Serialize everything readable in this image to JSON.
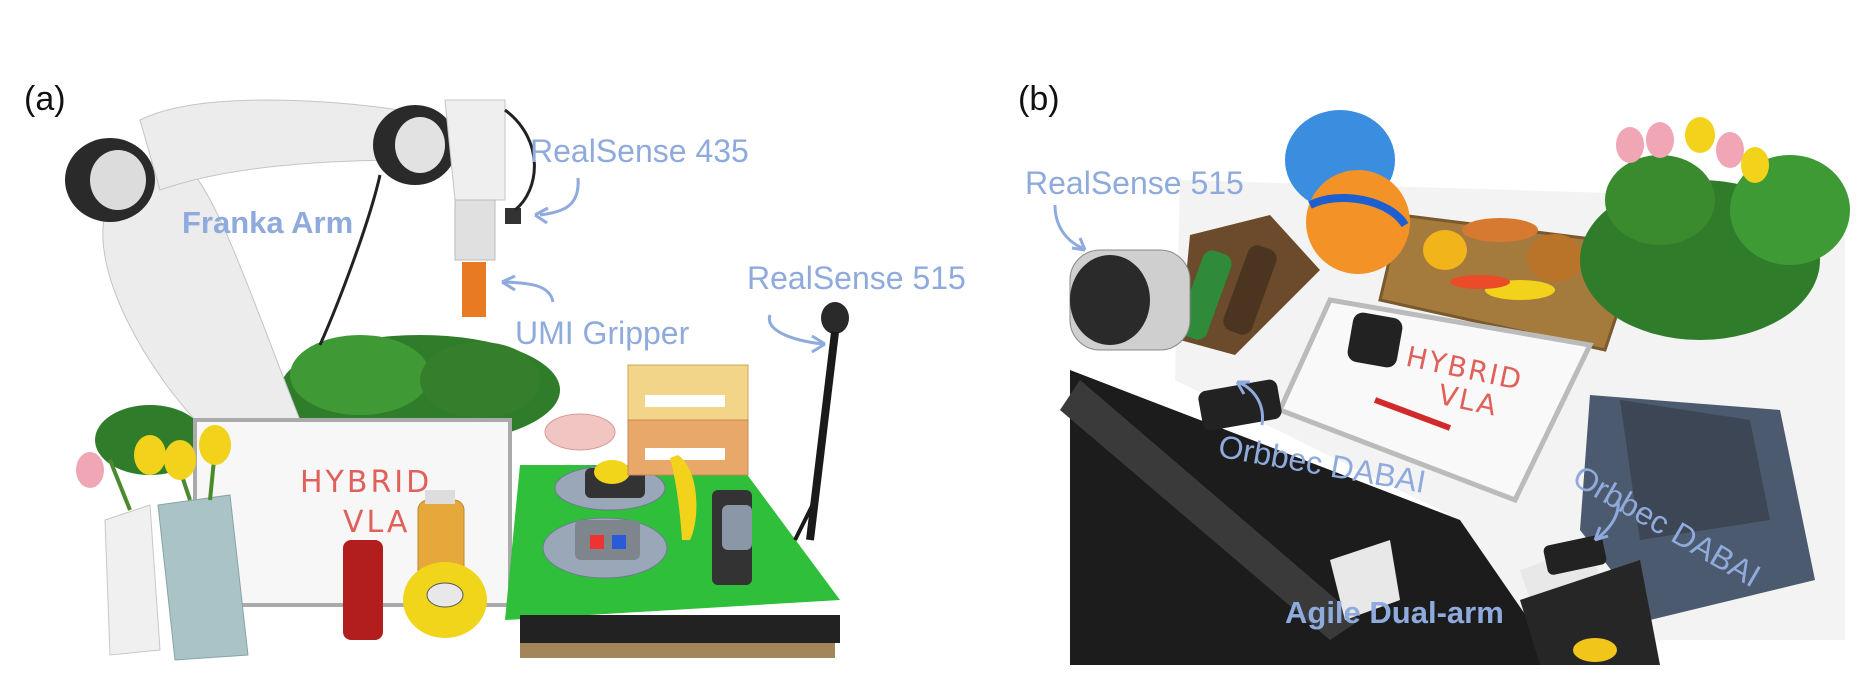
{
  "panels": [
    {
      "id": "a",
      "tag": "(a)",
      "labels": {
        "franka_arm": "Franka Arm",
        "realsense_435": "RealSense 435",
        "umi_gripper": "UMI Gripper",
        "realsense_515": "RealSense 515",
        "whiteboard_line1": "HYBRID",
        "whiteboard_line2": "VLA"
      }
    },
    {
      "id": "b",
      "tag": "(b)",
      "labels": {
        "realsense_515": "RealSense 515",
        "orbbec_left": "Orbbec DABAI",
        "orbbec_right": "Orbbec DABAI",
        "agile_dual_arm": "Agile Dual-arm",
        "whiteboard_line1": "HYBRID",
        "whiteboard_line2": "VLA"
      }
    }
  ],
  "colors": {
    "annotation": "#8faadc",
    "table_green": "#2fbf3a",
    "whiteboard_text": "#e0605a",
    "robot_white": "#e9e9e9",
    "robot_dark": "#2a2a2a",
    "leaf_green": "#2f7d2a",
    "tulip_yellow": "#f2d21b",
    "tulip_pink": "#f0a6b4"
  }
}
